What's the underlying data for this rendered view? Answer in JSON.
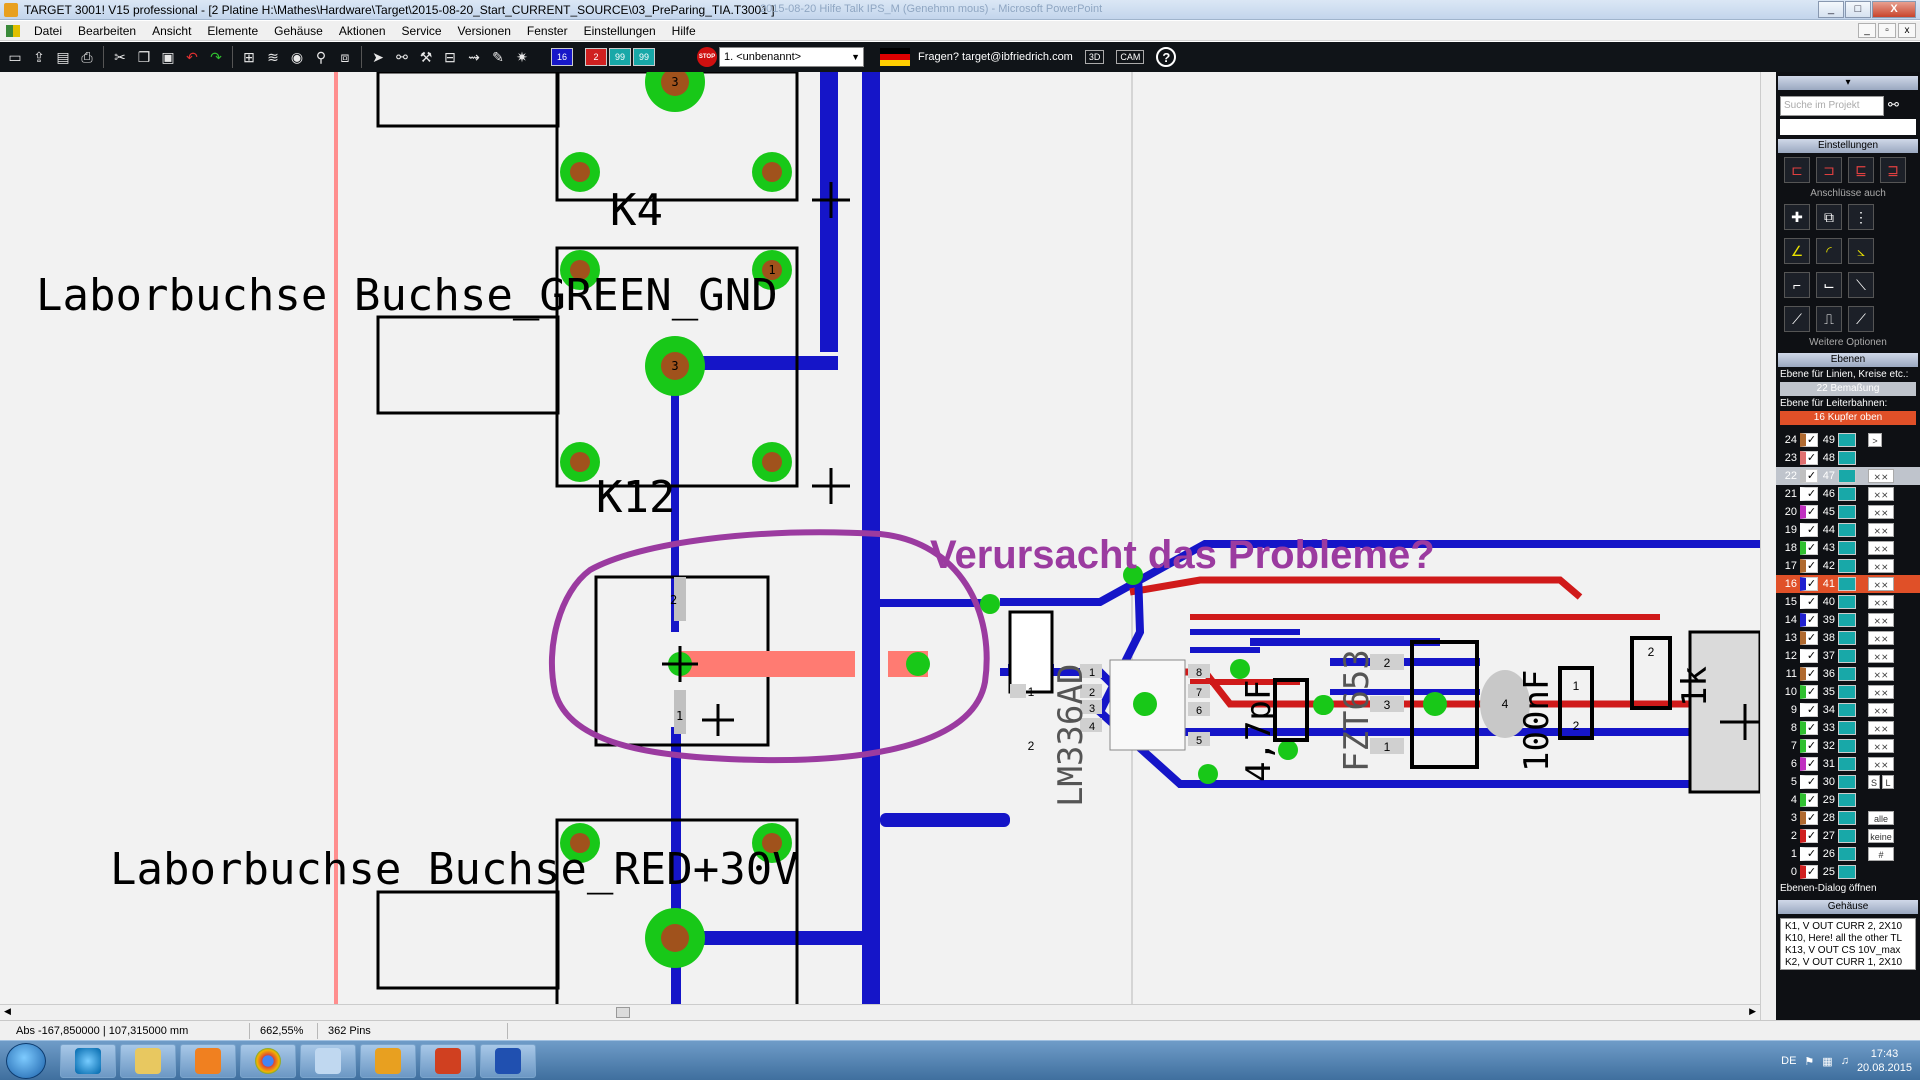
{
  "window": {
    "title": "TARGET 3001! V15 professional - [2 Platine H:\\Mathes\\Hardware\\Target\\2015-08-20_Start_CURRENT_SOURCE\\03_PreParing_TIA.T3001 ]",
    "bg_title": "2015-08-20 Hilfe Talk IPS_M (Genehmn mous) - Microsoft PowerPoint",
    "min": "_",
    "max": "□",
    "close": "X"
  },
  "menu": {
    "items": [
      "Datei",
      "Bearbeiten",
      "Ansicht",
      "Elemente",
      "Gehäuse",
      "Aktionen",
      "Service",
      "Versionen",
      "Fenster",
      "Einstellungen",
      "Hilfe"
    ]
  },
  "toolbar": {
    "layer_badges": [
      "16",
      "2",
      "99",
      "99"
    ],
    "stop_label": "STOP",
    "combo_value": "1. <unbenannt>",
    "faq_text": "Fragen? target@ibfriedrich.com",
    "btn_3d": "3D",
    "btn_cam": "CAM",
    "help": "?"
  },
  "pcb": {
    "components": [
      "K4",
      "K12"
    ],
    "labels": {
      "green_gnd": "Laborbuchse Buchse_GREEN_GND",
      "red_30v": "Laborbuchse Buchse_RED+30V",
      "comp_lm": "LM336AD",
      "comp_cap1": "4,7pF",
      "comp_fzt": "FZT653",
      "comp_cap2": "100nF",
      "comp_r": "1k"
    },
    "annotation": "Verursacht das Probleme?",
    "pad_numbers": [
      "3",
      "1",
      "3",
      "2",
      "1",
      "1",
      "2",
      "3",
      "4",
      "8",
      "7",
      "6",
      "5",
      "2",
      "3",
      "1",
      "4",
      "1",
      "2",
      "2",
      "1",
      "2"
    ],
    "colors": {
      "track_blue": "#1515c8",
      "track_red": "#d01a1a",
      "pad_green": "#18c818",
      "pad_core": "#a0521c",
      "annotation": "#9b3ba0",
      "highlight": "#ff7b72"
    }
  },
  "status": {
    "coords": "Abs -167,850000 | 107,315000 mm",
    "zoom": "662,55%",
    "pins": "362 Pins"
  },
  "panel": {
    "search_placeholder": "Suche im Projekt",
    "einstellungen": "Einstellungen",
    "anschluesse": "Anschlüsse auch",
    "weitere": "Weitere Optionen",
    "ebenen": "Ebenen",
    "ebene_linien": "Ebene für Linien, Kreise etc.:",
    "ebene_linien_val": "22 Bemaßung",
    "ebene_leiter": "Ebene für Leiterbahnen:",
    "ebene_leiter_val": "16 Kupfer oben",
    "layers_left": [
      "24",
      "23",
      "22",
      "21",
      "20",
      "19",
      "18",
      "17",
      "16",
      "15",
      "14",
      "13",
      "12",
      "11",
      "10",
      "9",
      "8",
      "7",
      "6",
      "5",
      "4",
      "3",
      "2",
      "1",
      "0"
    ],
    "layers_right": [
      "49",
      "48",
      "47",
      "46",
      "45",
      "44",
      "43",
      "42",
      "41",
      "40",
      "39",
      "38",
      "37",
      "36",
      "35",
      "34",
      "33",
      "32",
      "31",
      "30",
      "29",
      "28",
      "27",
      "26",
      "25"
    ],
    "btn_alle": "alle",
    "btn_keine": "keine",
    "btn_hash": "#",
    "btn_s": "S",
    "btn_l": "L",
    "ebenen_dialog": "Ebenen-Dialog öffnen",
    "gehaeuse": "Gehäuse",
    "gehaeuse_list": [
      "K1, V OUT CURR 2, 2X10",
      "K10, Here! all the other TL",
      "K13, V OUT CS 10V_max",
      "K2, V OUT CURR 1, 2X10"
    ]
  },
  "taskbar": {
    "lang": "DE",
    "time": "17:43",
    "date": "20.08.2015"
  }
}
